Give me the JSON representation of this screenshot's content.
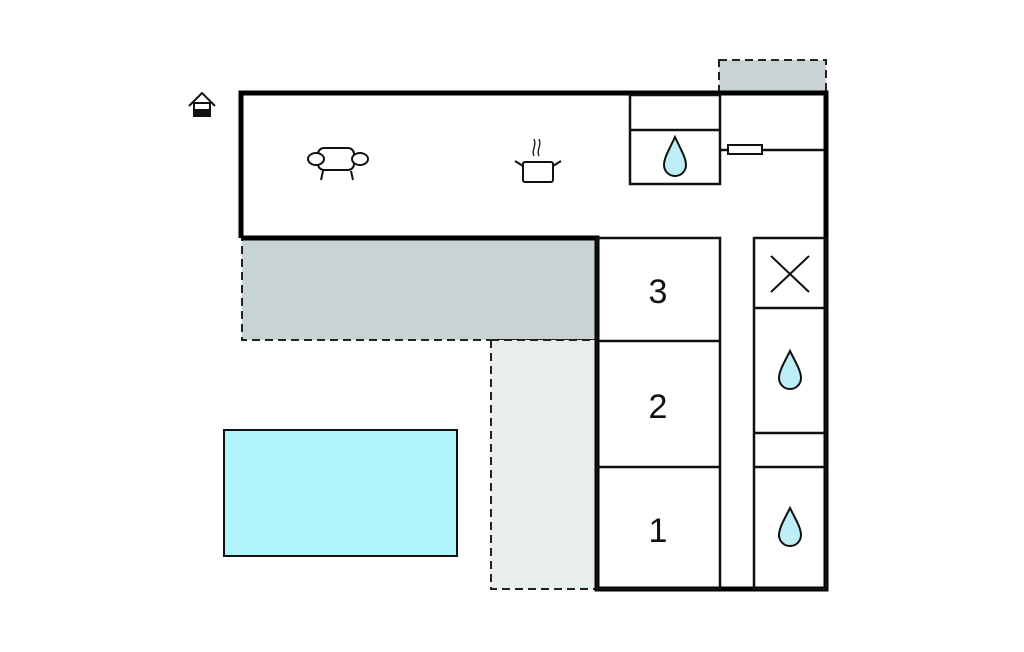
{
  "floor_plan": {
    "rooms": [
      {
        "label": "3"
      },
      {
        "label": "2"
      },
      {
        "label": "1"
      }
    ],
    "icons": [
      "entrance-icon",
      "sofa-icon",
      "kitchen-pot-icon",
      "water-drop-icon",
      "toilet-x-icon"
    ],
    "colors": {
      "wall": "#000000",
      "terrace": "#c9d3d3",
      "terrace_light": "#e8eeee",
      "pool": "#b0f4fb",
      "drop": "#bdeef5"
    }
  }
}
